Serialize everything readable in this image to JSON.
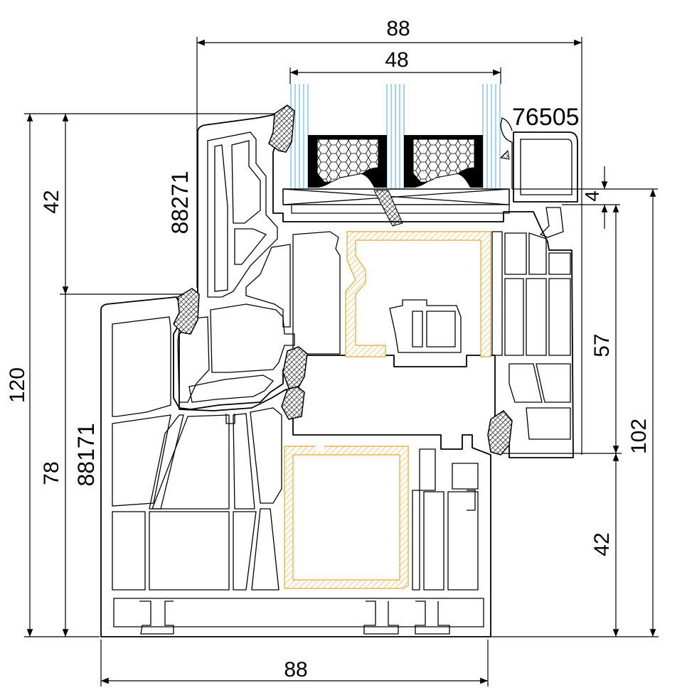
{
  "dimensions": {
    "top_width": "88",
    "glazing_width": "48",
    "glazing_bead_code": "76505",
    "sash_code": "88271",
    "frame_code": "88171",
    "left_outer_height": "120",
    "left_sash_height": "42",
    "left_frame_height": "78",
    "right_rebate": "4",
    "right_sash_height": "57",
    "right_total_height": "102",
    "right_frame_height": "42",
    "bottom_width": "88"
  },
  "colors": {
    "line": "#000000",
    "glass": "#6bb6e6",
    "steel_reinforcement": "#e8b64a"
  }
}
